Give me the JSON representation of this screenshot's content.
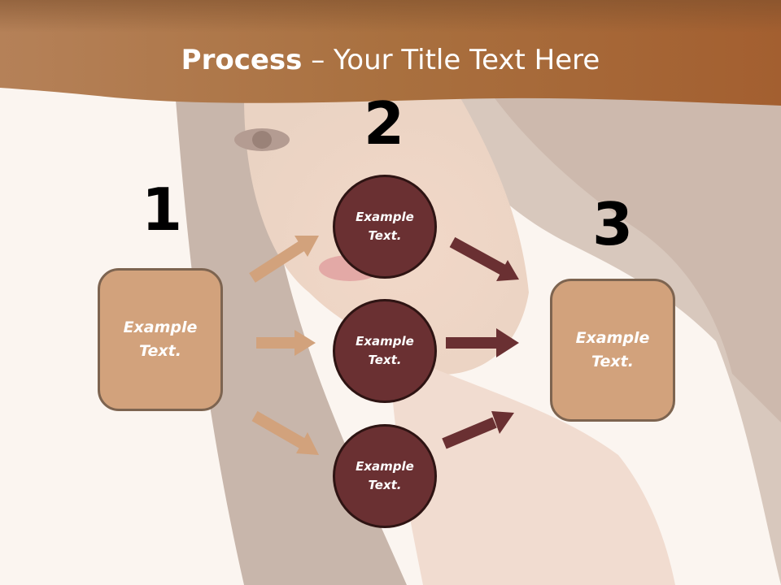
{
  "slide": {
    "title_bold": "Process",
    "title_sep": " – ",
    "title_rest": "Your Title Text Here",
    "steps": [
      "1",
      "2",
      "3"
    ],
    "left_box": "Example\nText.",
    "circles": [
      "Example\nText.",
      "Example\nText.",
      "Example\nText."
    ],
    "right_box": "Example\nText."
  },
  "colors": {
    "header_band": "#a6683a",
    "box_fill": "#d2a27c",
    "box_border": "#7d6450",
    "circle_fill": "#6a3032",
    "circle_border": "#2e1413",
    "arrow_light": "#d2a27c",
    "arrow_dark": "#6a3032"
  }
}
